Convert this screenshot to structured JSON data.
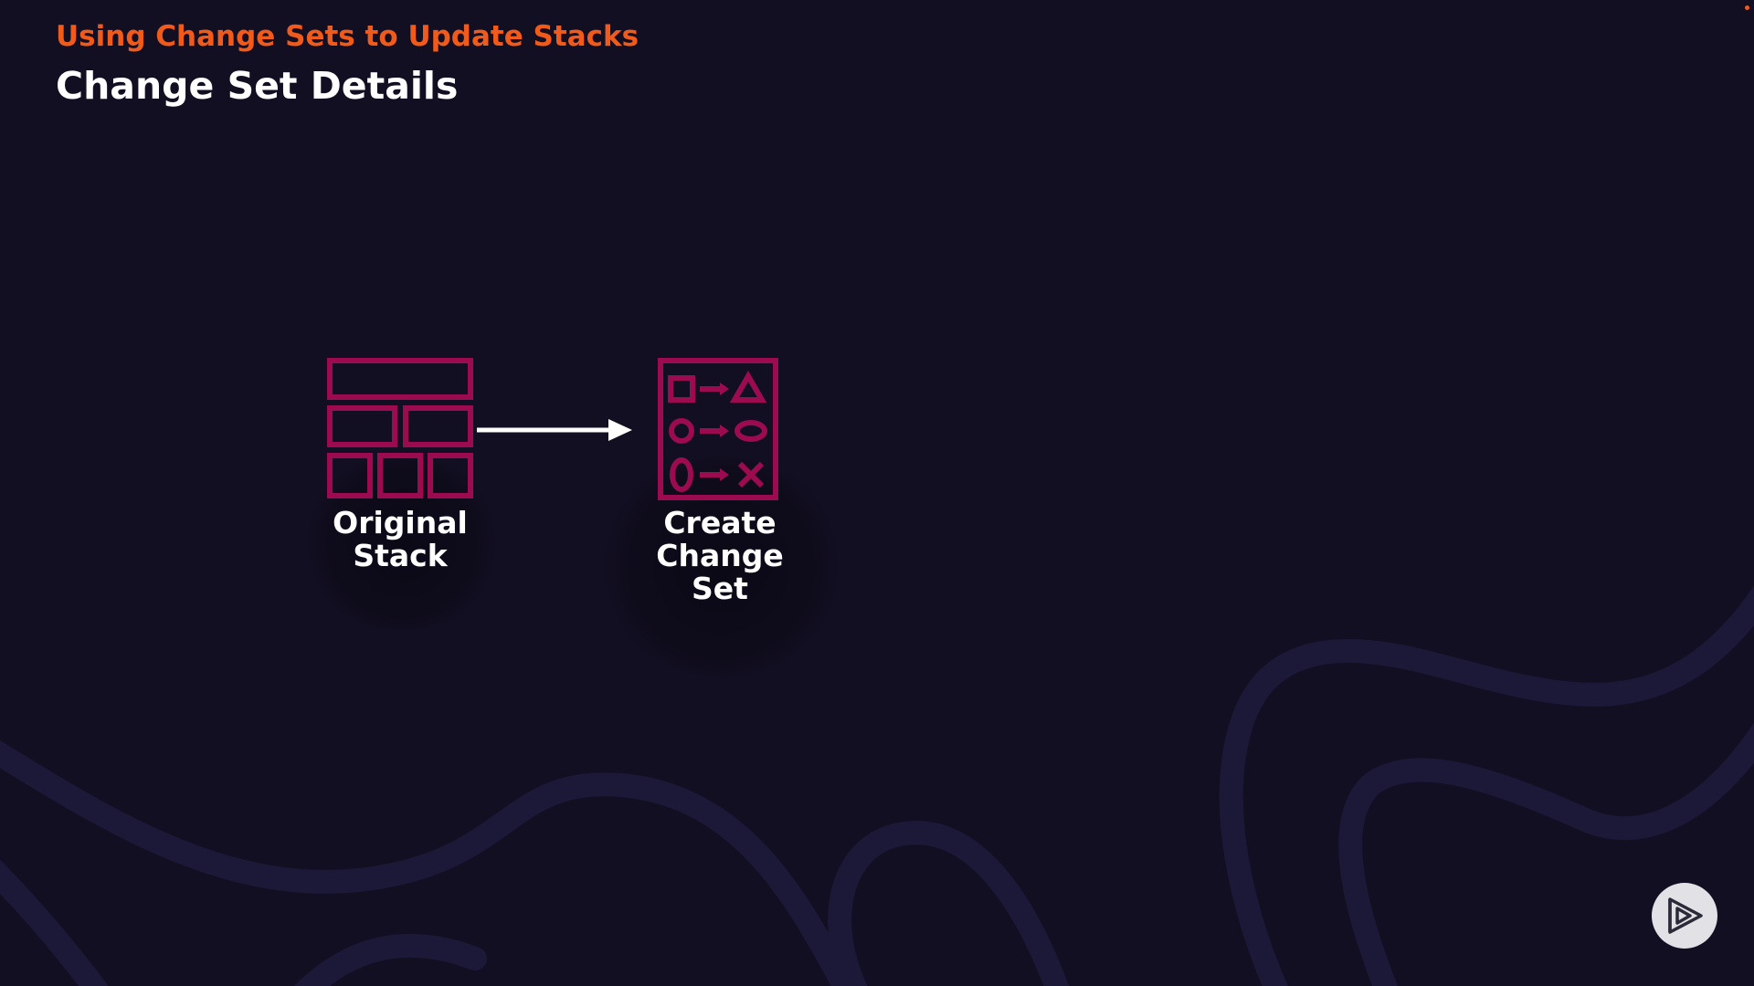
{
  "slide": {
    "subtitle": "Using Change Sets to Update Stacks",
    "title": "Change Set Details"
  },
  "diagram": {
    "nodes": [
      {
        "id": "original-stack",
        "icon": "stack-grid-icon",
        "label_lines": [
          "Original",
          "Stack"
        ]
      },
      {
        "id": "create-change-set",
        "icon": "change-set-icon",
        "label_lines": [
          "Create",
          "Change",
          "Set"
        ]
      }
    ],
    "edges": [
      {
        "from": "original-stack",
        "to": "create-change-set"
      }
    ]
  },
  "player": {
    "icon": "play-logo-icon"
  },
  "colors": {
    "background": "#130f23",
    "accent_orange": "#f05a1a",
    "icon_magenta": "#9c0b4f",
    "wave": "#1c1838",
    "text_white": "#ffffff"
  }
}
